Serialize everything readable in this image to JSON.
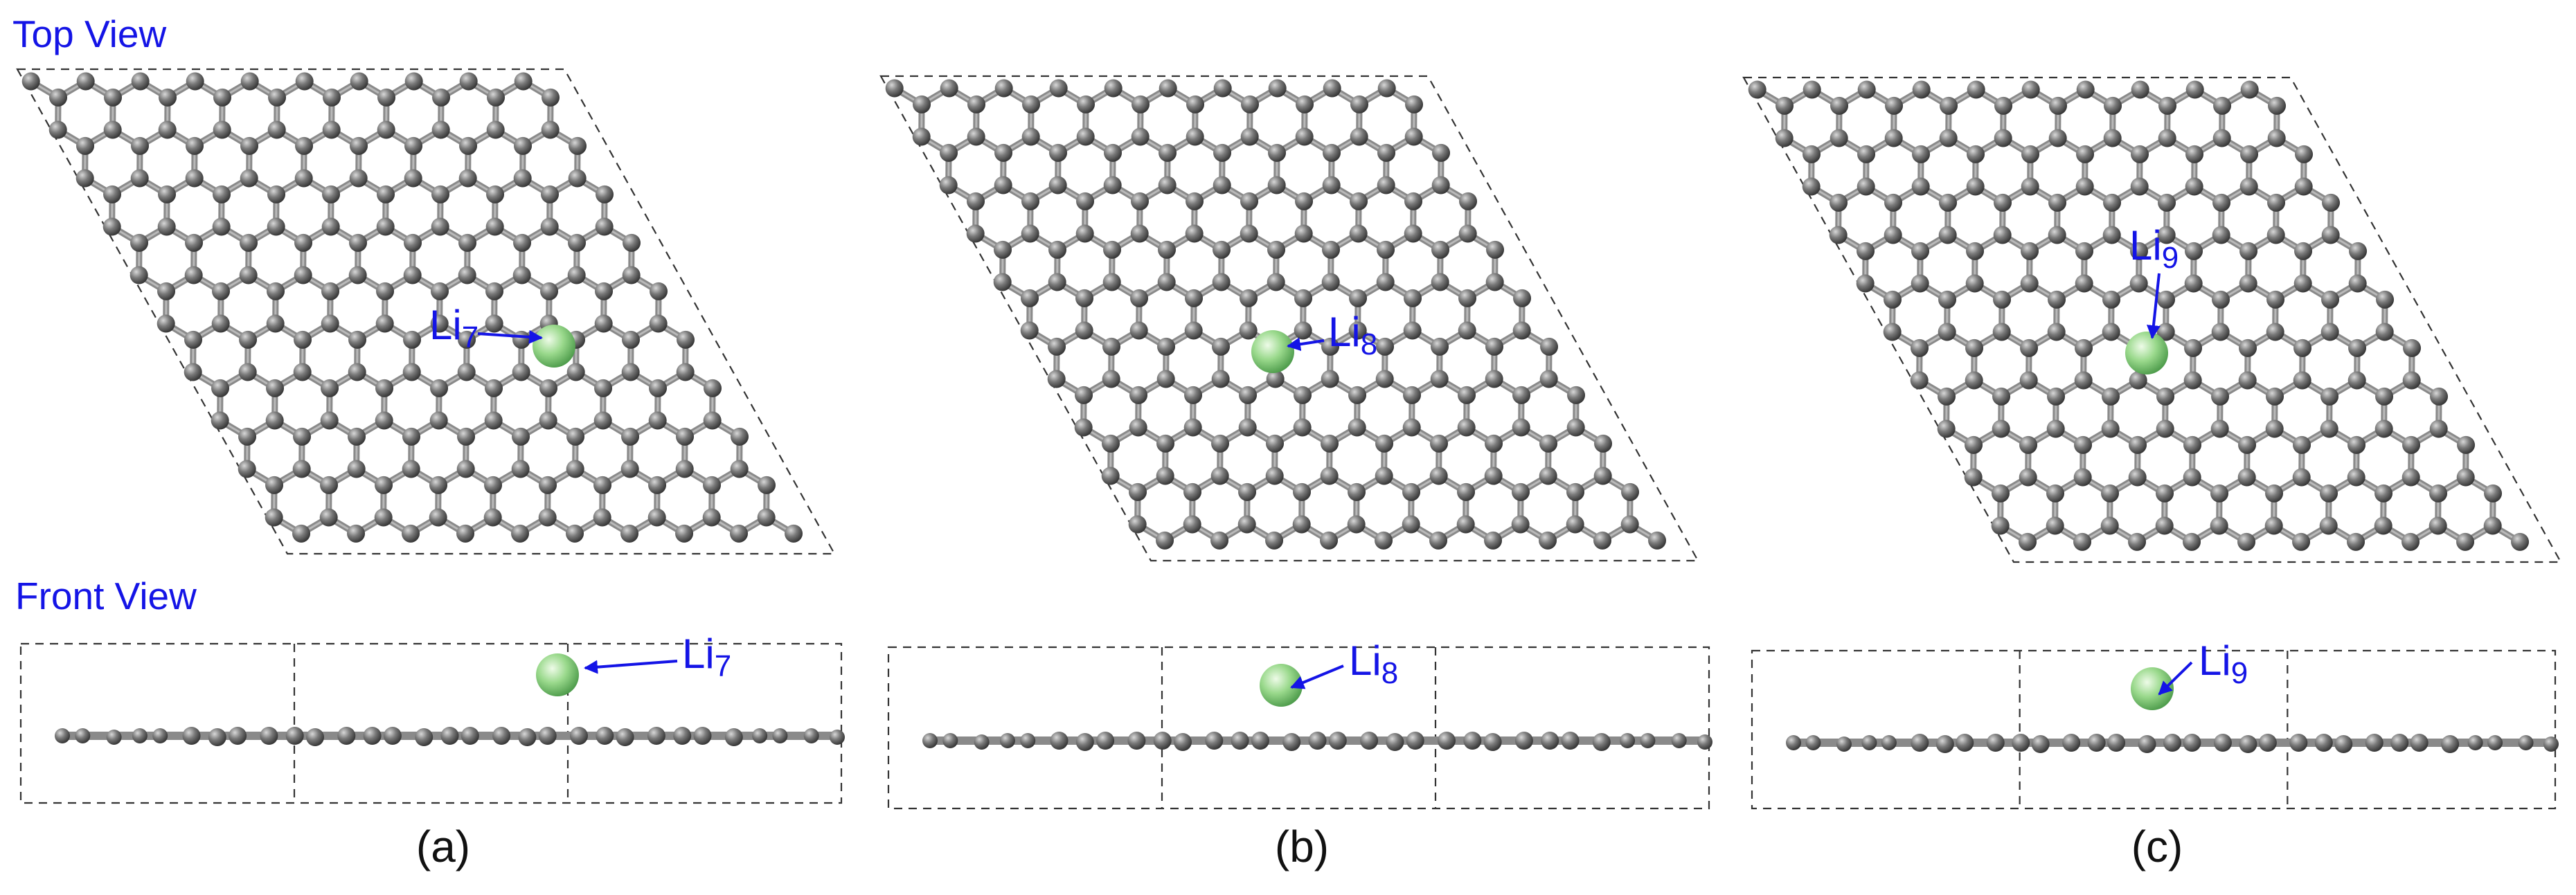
{
  "views": {
    "top": "Top View",
    "front": "Front View"
  },
  "panels": [
    {
      "label": "(a)",
      "li_base": "Li",
      "li_index": "7"
    },
    {
      "label": "(b)",
      "li_base": "Li",
      "li_index": "8"
    },
    {
      "label": "(c)",
      "li_base": "Li",
      "li_index": "9"
    }
  ],
  "colors": {
    "title_text": "#1414e6",
    "annotation": "#1414e6",
    "carbon": "#666666",
    "bond": "#8a8a8a",
    "lithium": "#7fd07f",
    "cell_boundary": "#333333"
  },
  "icons": {
    "carbon_atom": "gray-sphere",
    "lithium_atom": "green-sphere"
  }
}
